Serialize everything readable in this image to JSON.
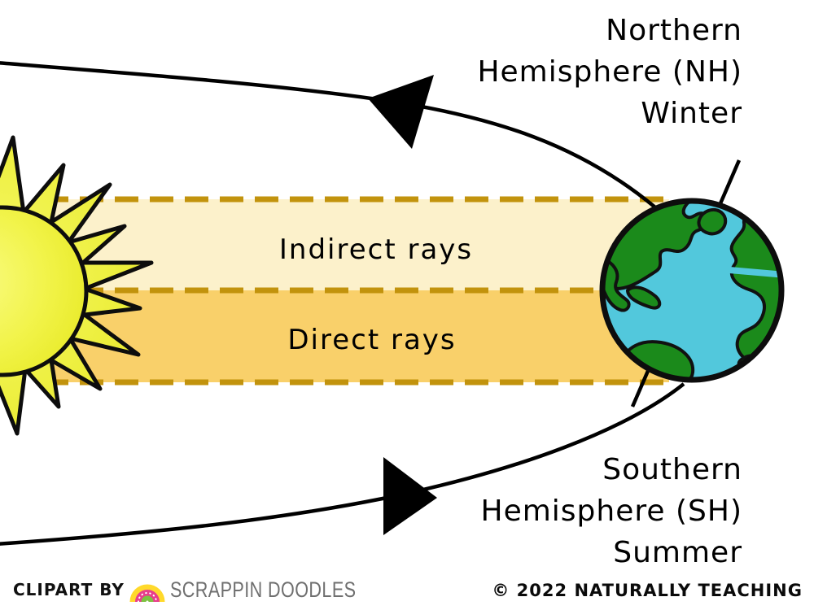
{
  "diagram": {
    "bands": {
      "indirect_label": "Indirect rays",
      "direct_label": "Direct rays"
    },
    "annotations": {
      "northern": [
        "Northern",
        "Hemisphere (NH)",
        "Winter"
      ],
      "southern": [
        "Southern",
        "Hemisphere (SH)",
        "Summer"
      ]
    },
    "colors": {
      "indirect_band": "#FCF1CB",
      "direct_band": "#F9D06A",
      "ray_dash": "#C2930D",
      "sun_center": "#F9FB80",
      "sun_edge": "#E8EA28",
      "earth_ocean": "#52C8DC",
      "earth_land": "#1B8A1B",
      "outline": "#000000"
    },
    "icons": [
      "sun-icon",
      "earth-icon",
      "orbit-arrow-left-icon",
      "orbit-arrow-right-icon",
      "earth-axis-line",
      "rainbow-icon"
    ]
  },
  "footer": {
    "clipart_by": "CLIPART BY",
    "brand": "SCRAPPIN DOODLES",
    "copyright": "© 2022 NATURALLY TEACHING"
  }
}
